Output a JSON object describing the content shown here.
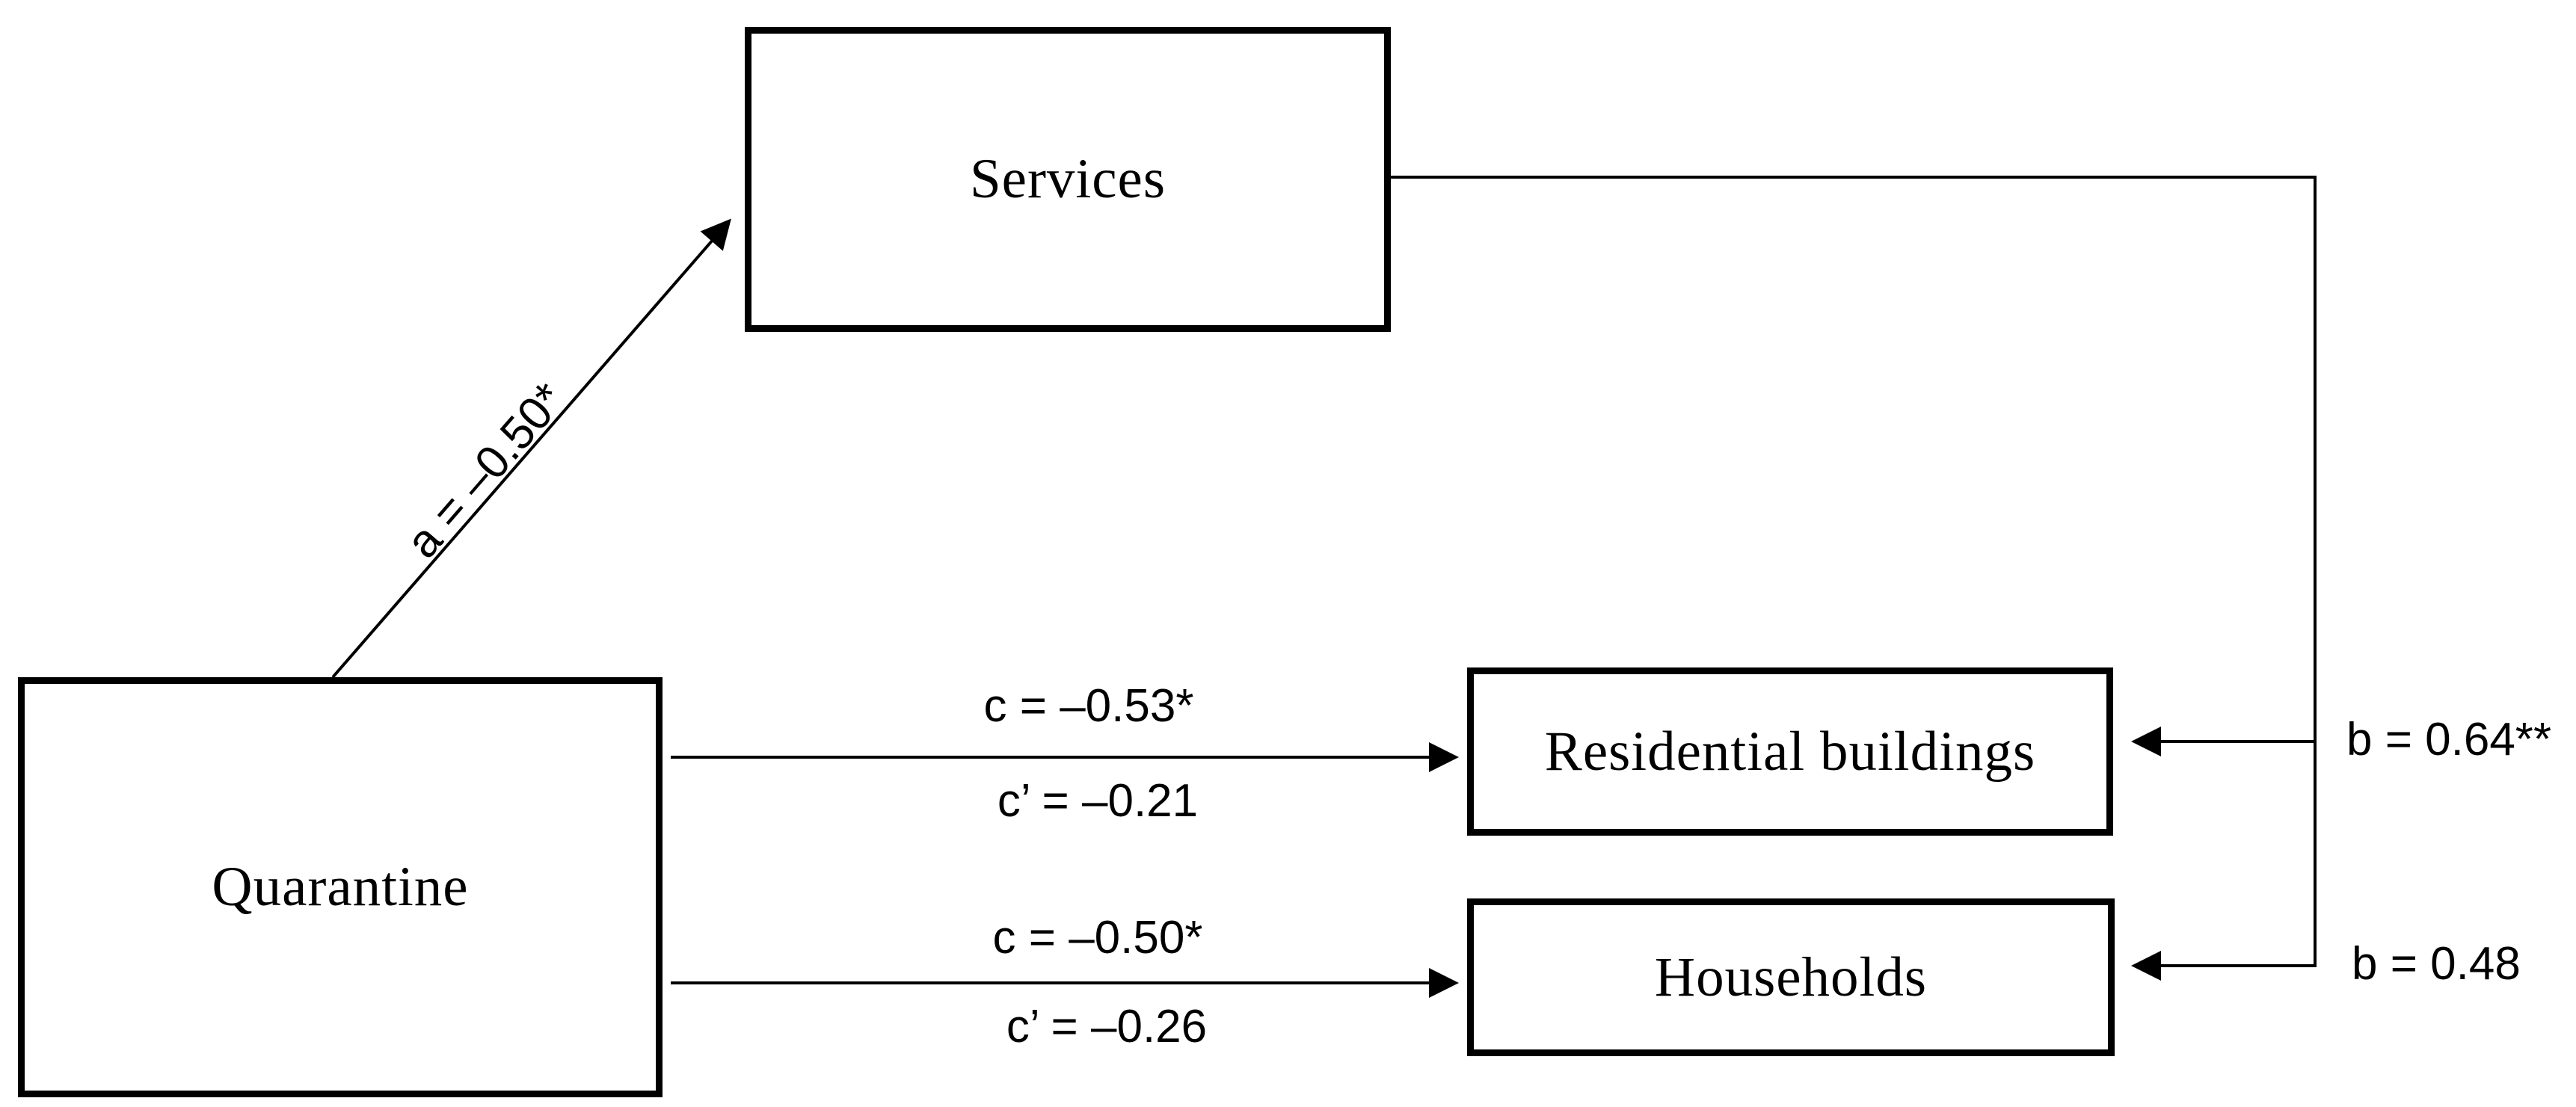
{
  "figure": {
    "background_color": "#ffffff",
    "line_color": "#000000",
    "text_color": "#000000"
  },
  "nodes": {
    "quarantine": {
      "label": "Quarantine"
    },
    "services": {
      "label": "Services"
    },
    "residential": {
      "label": "Residential buildings"
    },
    "households": {
      "label": "Households"
    }
  },
  "paths": {
    "a_quarantine_to_services": {
      "label": "a = –0.50*"
    },
    "c_quarantine_to_residential": {
      "total": "c = –0.53*",
      "direct": "c’ = –0.21"
    },
    "c_quarantine_to_households": {
      "total": "c = –0.50*",
      "direct": "c’ = –0.26"
    },
    "b_services_to_residential": {
      "label": "b = 0.64**"
    },
    "b_services_to_households": {
      "label": "b = 0.48"
    }
  }
}
